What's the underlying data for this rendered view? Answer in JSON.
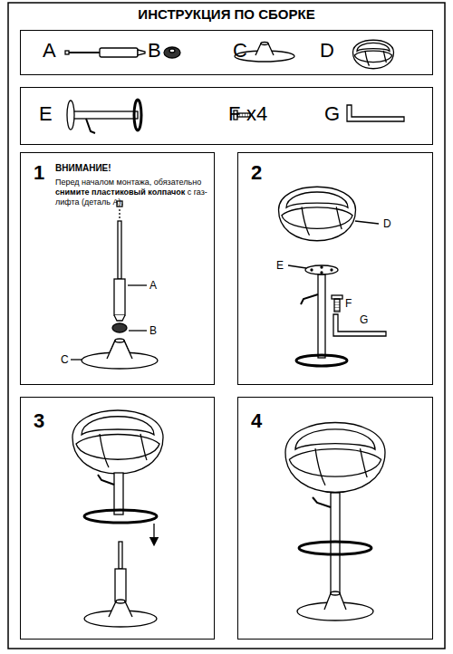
{
  "diagram": {
    "title": "ИНСТРУКЦИЯ ПО СБОРКЕ",
    "nodes": [
      {
        "text": [
          "A",
          "B",
          "C",
          "D"
        ]
      },
      {
        "text": [
          "E",
          "F",
          "x4",
          "G"
        ]
      },
      {
        "text": [
          "1",
          "ВНИМАНИЕ!",
          "Перед началом монтажа, обязательно",
          "снимите пластиковый колпачок",
          "с газ-лифта (деталь А).",
          "A",
          "B",
          "C"
        ]
      },
      {
        "text": [
          "2",
          "D",
          "E",
          "F",
          "G"
        ]
      },
      {
        "text": [
          "3"
        ]
      },
      {
        "text": [
          "4"
        ]
      }
    ]
  }
}
